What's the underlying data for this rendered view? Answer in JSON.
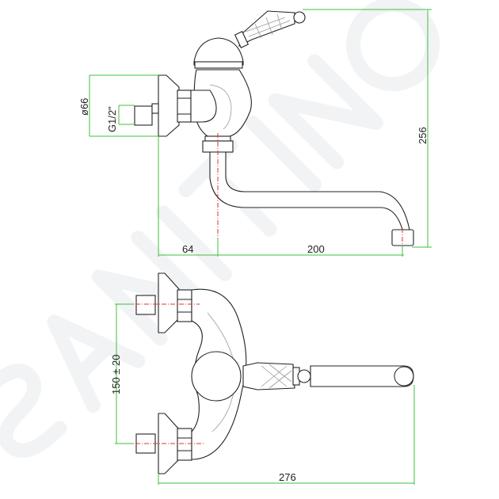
{
  "watermark": "SANITINO",
  "side_view": {
    "dims": {
      "diameter": "ø66",
      "thread": "G1/2\"",
      "height": "256",
      "wall_offset": "64",
      "spout_reach": "200"
    }
  },
  "top_view": {
    "dims": {
      "spacing": "150 ± 20",
      "total_depth": "276"
    }
  },
  "colors": {
    "dimension": "#3ec03e",
    "axis": "#e03030",
    "outline": "#222222"
  }
}
